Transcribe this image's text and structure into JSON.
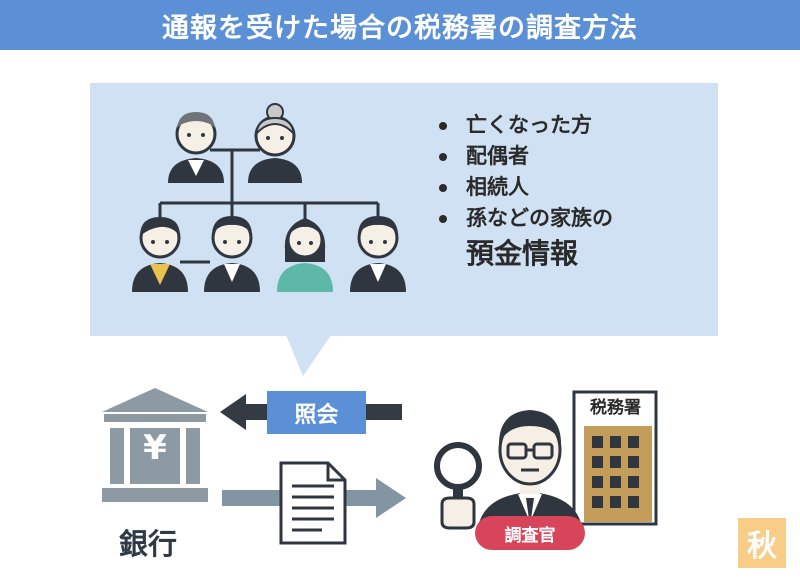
{
  "title": "通報を受けた場合の税務署の調査方法",
  "info_panel": {
    "bullets": [
      "亡くなった方",
      "配偶者",
      "相続人",
      "孫などの家族の"
    ],
    "emphasis": "預金情報"
  },
  "flow": {
    "inquiry_label": "照会",
    "bank_label": "銀行",
    "currency_symbol": "¥",
    "tax_office_sign": "税務署",
    "investigator_badge": "調査官"
  },
  "logo_text": "秋",
  "colors": {
    "title_bar": "#5b8fd6",
    "panel": "#cfe1f2",
    "badge": "#d8455a",
    "bank": "#8e9aa3",
    "building": "#c59d5b"
  },
  "icons": [
    "family-tree-icon",
    "bank-icon",
    "document-icon",
    "magnifier-icon",
    "tax-office-building-icon",
    "investigator-icon"
  ]
}
